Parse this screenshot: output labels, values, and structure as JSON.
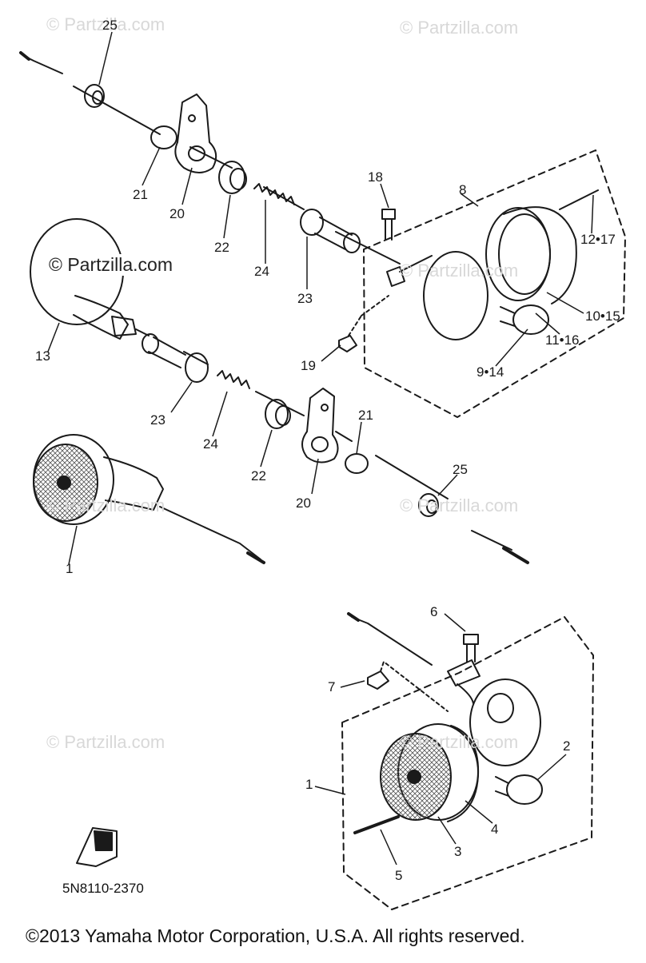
{
  "watermarks": {
    "faint": "© Partzilla.com",
    "center": "© Partzilla.com"
  },
  "callouts": {
    "c25_top": "25",
    "c21_top": "21",
    "c20_top": "20",
    "c22_top": "22",
    "c24_top": "24",
    "c23_top": "23",
    "c18": "18",
    "c8": "8",
    "c12_17": "12•17",
    "c10_15": "10•15",
    "c11_16": "11•16",
    "c9_14": "9•14",
    "c19": "19",
    "c13": "13",
    "c23_mid": "23",
    "c24_mid": "24",
    "c22_mid": "22",
    "c20_mid": "20",
    "c21_mid": "21",
    "c25_mid": "25",
    "c1_mid": "1",
    "c6": "6",
    "c7": "7",
    "c1_low": "1",
    "c2": "2",
    "c4": "4",
    "c3": "3",
    "c5": "5"
  },
  "diagram_code": "5N8110-2370",
  "copyright": "©2013  Yamaha Motor Corporation, U.S.A. All rights reserved."
}
